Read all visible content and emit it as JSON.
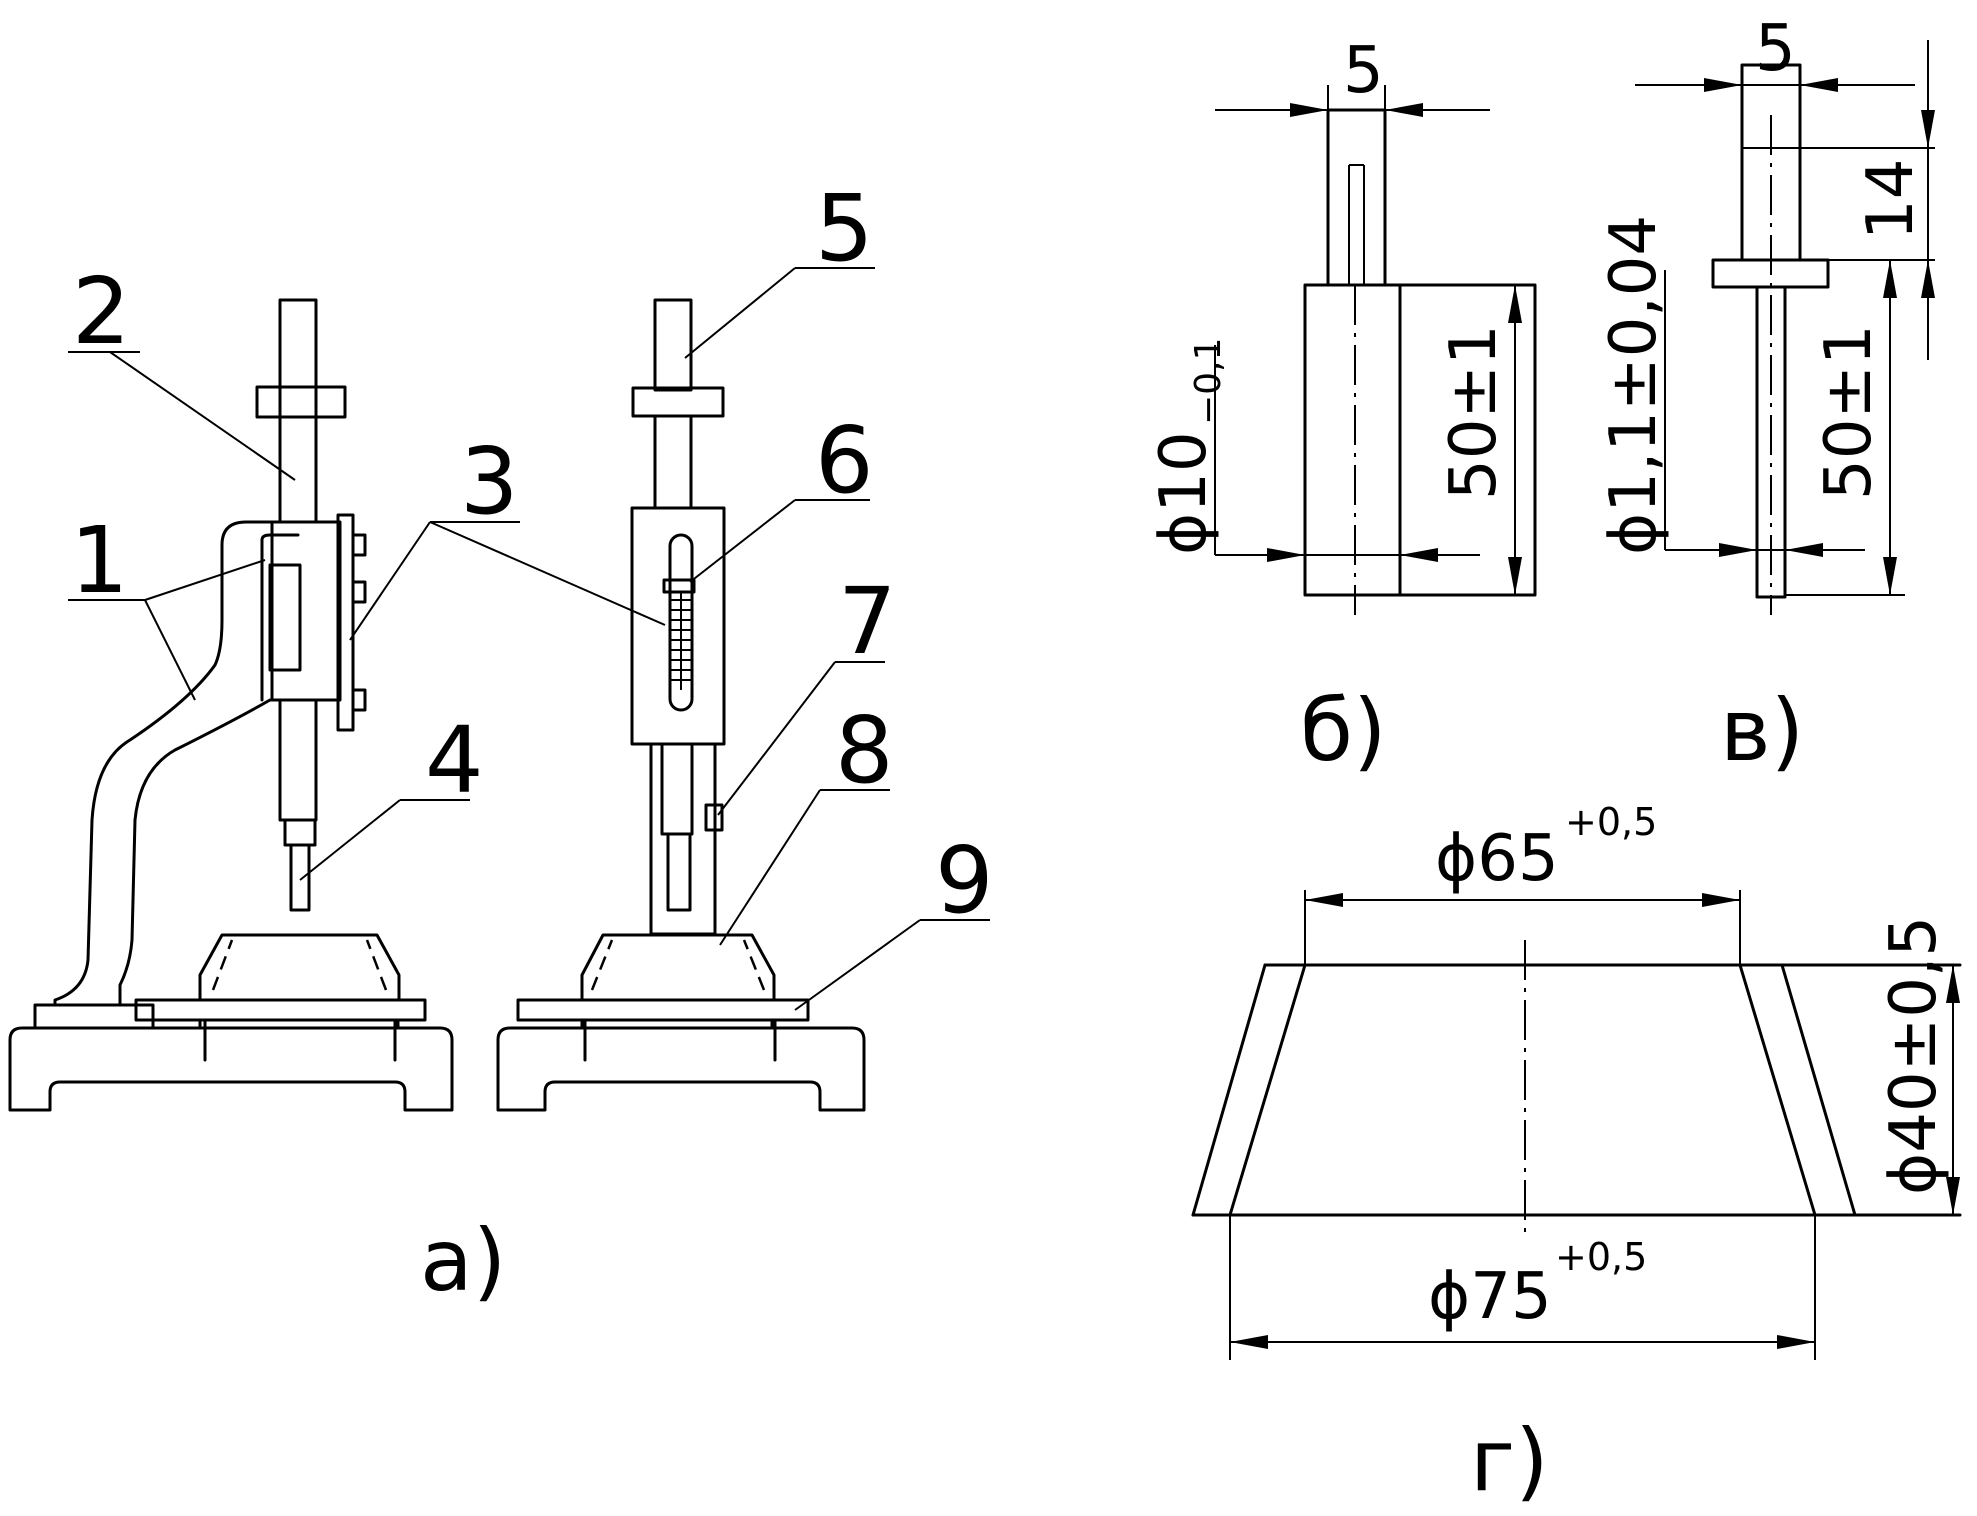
{
  "callouts": [
    "1",
    "2",
    "3",
    "4",
    "5",
    "6",
    "7",
    "8",
    "9"
  ],
  "captions": {
    "a": "а)",
    "b": "б)",
    "v": "в)",
    "g": "г)"
  },
  "view_b": {
    "top_width": "5",
    "diameter_main": "ϕ10",
    "diameter_tol": "−0,1",
    "length": "50±1"
  },
  "view_v": {
    "top_width": "5",
    "head_height": "14",
    "diameter": "ϕ1,1±0,04",
    "length": "50±1"
  },
  "view_g": {
    "top_diameter": "ϕ65",
    "top_tol": "+0,5",
    "bottom_diameter": "ϕ75",
    "bottom_tol": "+0,5",
    "height": "ϕ40±0,5"
  }
}
